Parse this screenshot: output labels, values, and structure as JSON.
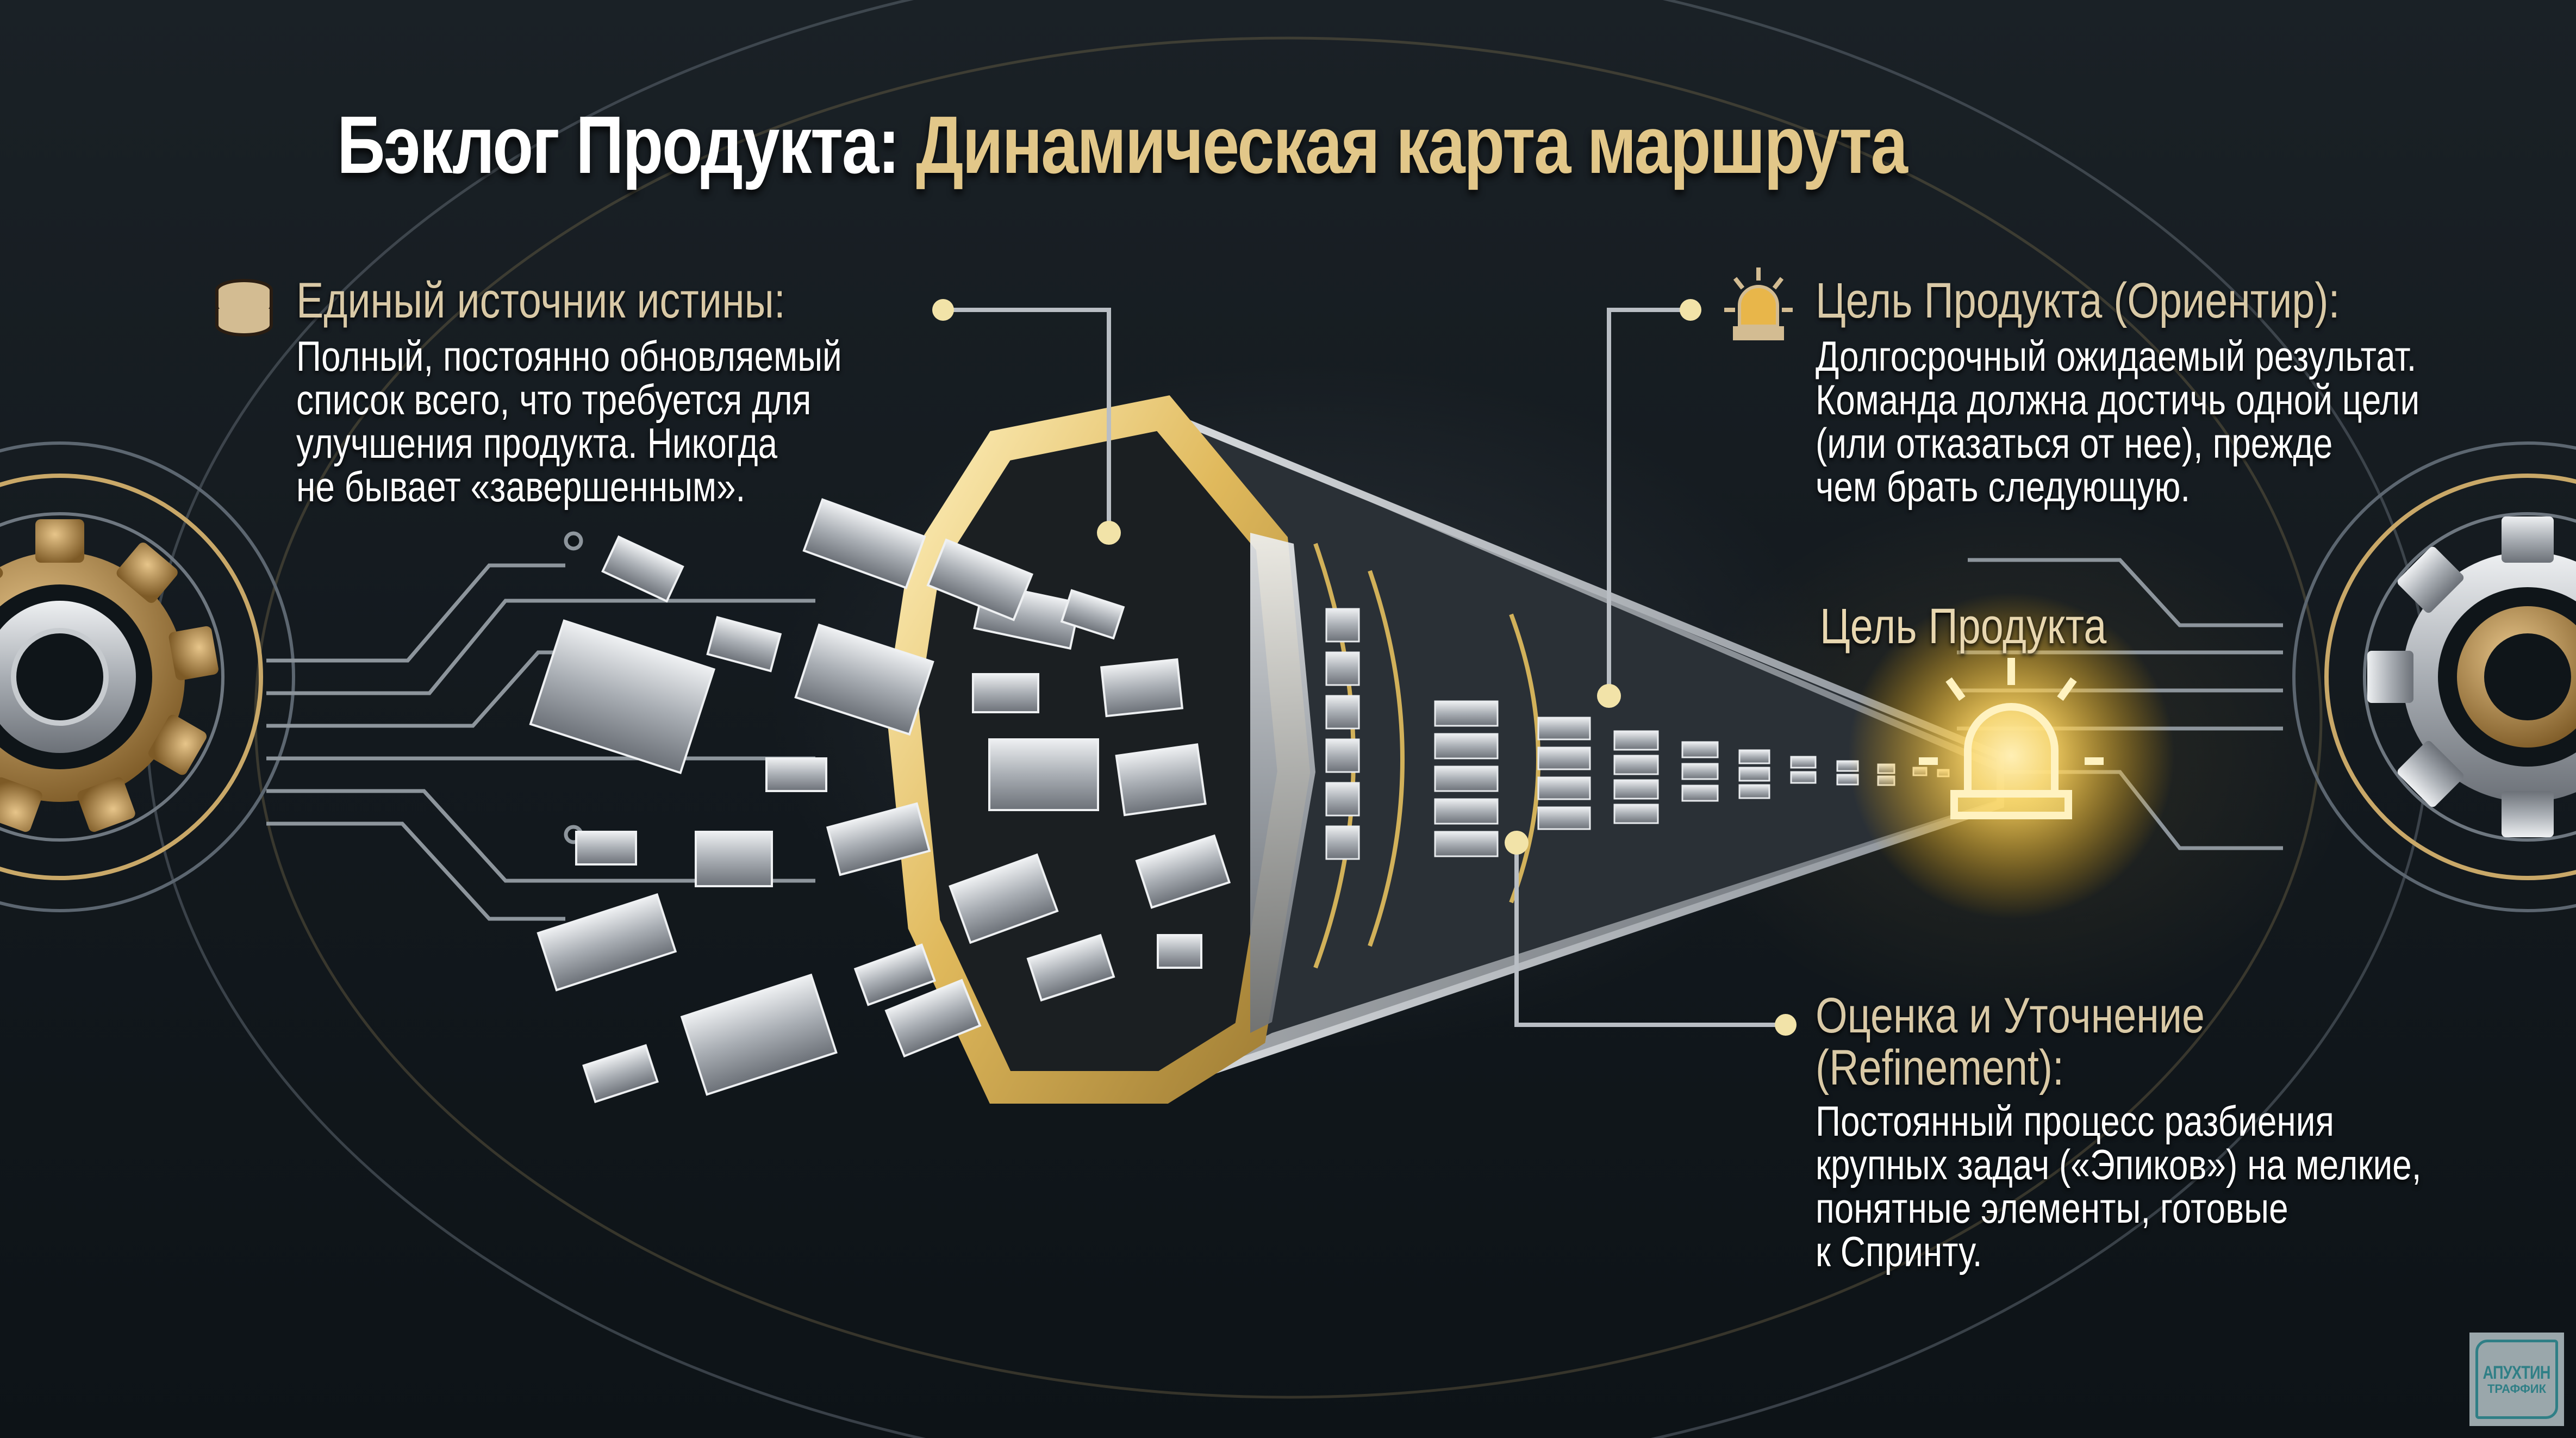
{
  "title": {
    "part1": "Бэклог Продукта:",
    "part2": "Динамическая карта маршрута"
  },
  "colors": {
    "background": "#0d1317",
    "title_white": "#ffffff",
    "title_gold": "#e2c789",
    "heading_tan": "#d9c9a6",
    "accent_gold": "#f2c14e",
    "steel": "#b9bec4",
    "logo_teal": "#2f7f86"
  },
  "callouts": [
    {
      "id": "single-source",
      "icon": "database-icon",
      "heading": "Единый источник истины:",
      "lines": [
        "Полный, постоянно обновляемый",
        "список всего, что требуется для",
        "улучшения продукта. Никогда",
        "не бывает «завершенным»."
      ]
    },
    {
      "id": "product-goal-orientation",
      "icon": "beacon-icon",
      "heading": "Цель Продукта (Ориентир):",
      "lines": [
        "Долгосрочный ожидаемый результат.",
        "Команда должна достичь одной цели",
        "(или отказаться от нее), прежде",
        "чем брать следующую."
      ]
    },
    {
      "id": "refinement",
      "icon": "",
      "heading_lines": [
        "Оценка и Уточнение",
        "(Refinement):"
      ],
      "lines": [
        "Постоянный процесс разбиения",
        "крупных задач («Эпиков») на мелкие,",
        "понятные элементы, готовые",
        "к Спринту."
      ]
    }
  ],
  "diagram": {
    "goal_label": "Цель Продукта",
    "left_element": "gear-icon",
    "right_element": "gear-icon",
    "center_element": "funnel-with-backlog-blocks",
    "endpoint_element": "beacon-icon"
  },
  "watermark": {
    "line1": "АПУХТИН",
    "line2": "ТРАФФИК"
  }
}
